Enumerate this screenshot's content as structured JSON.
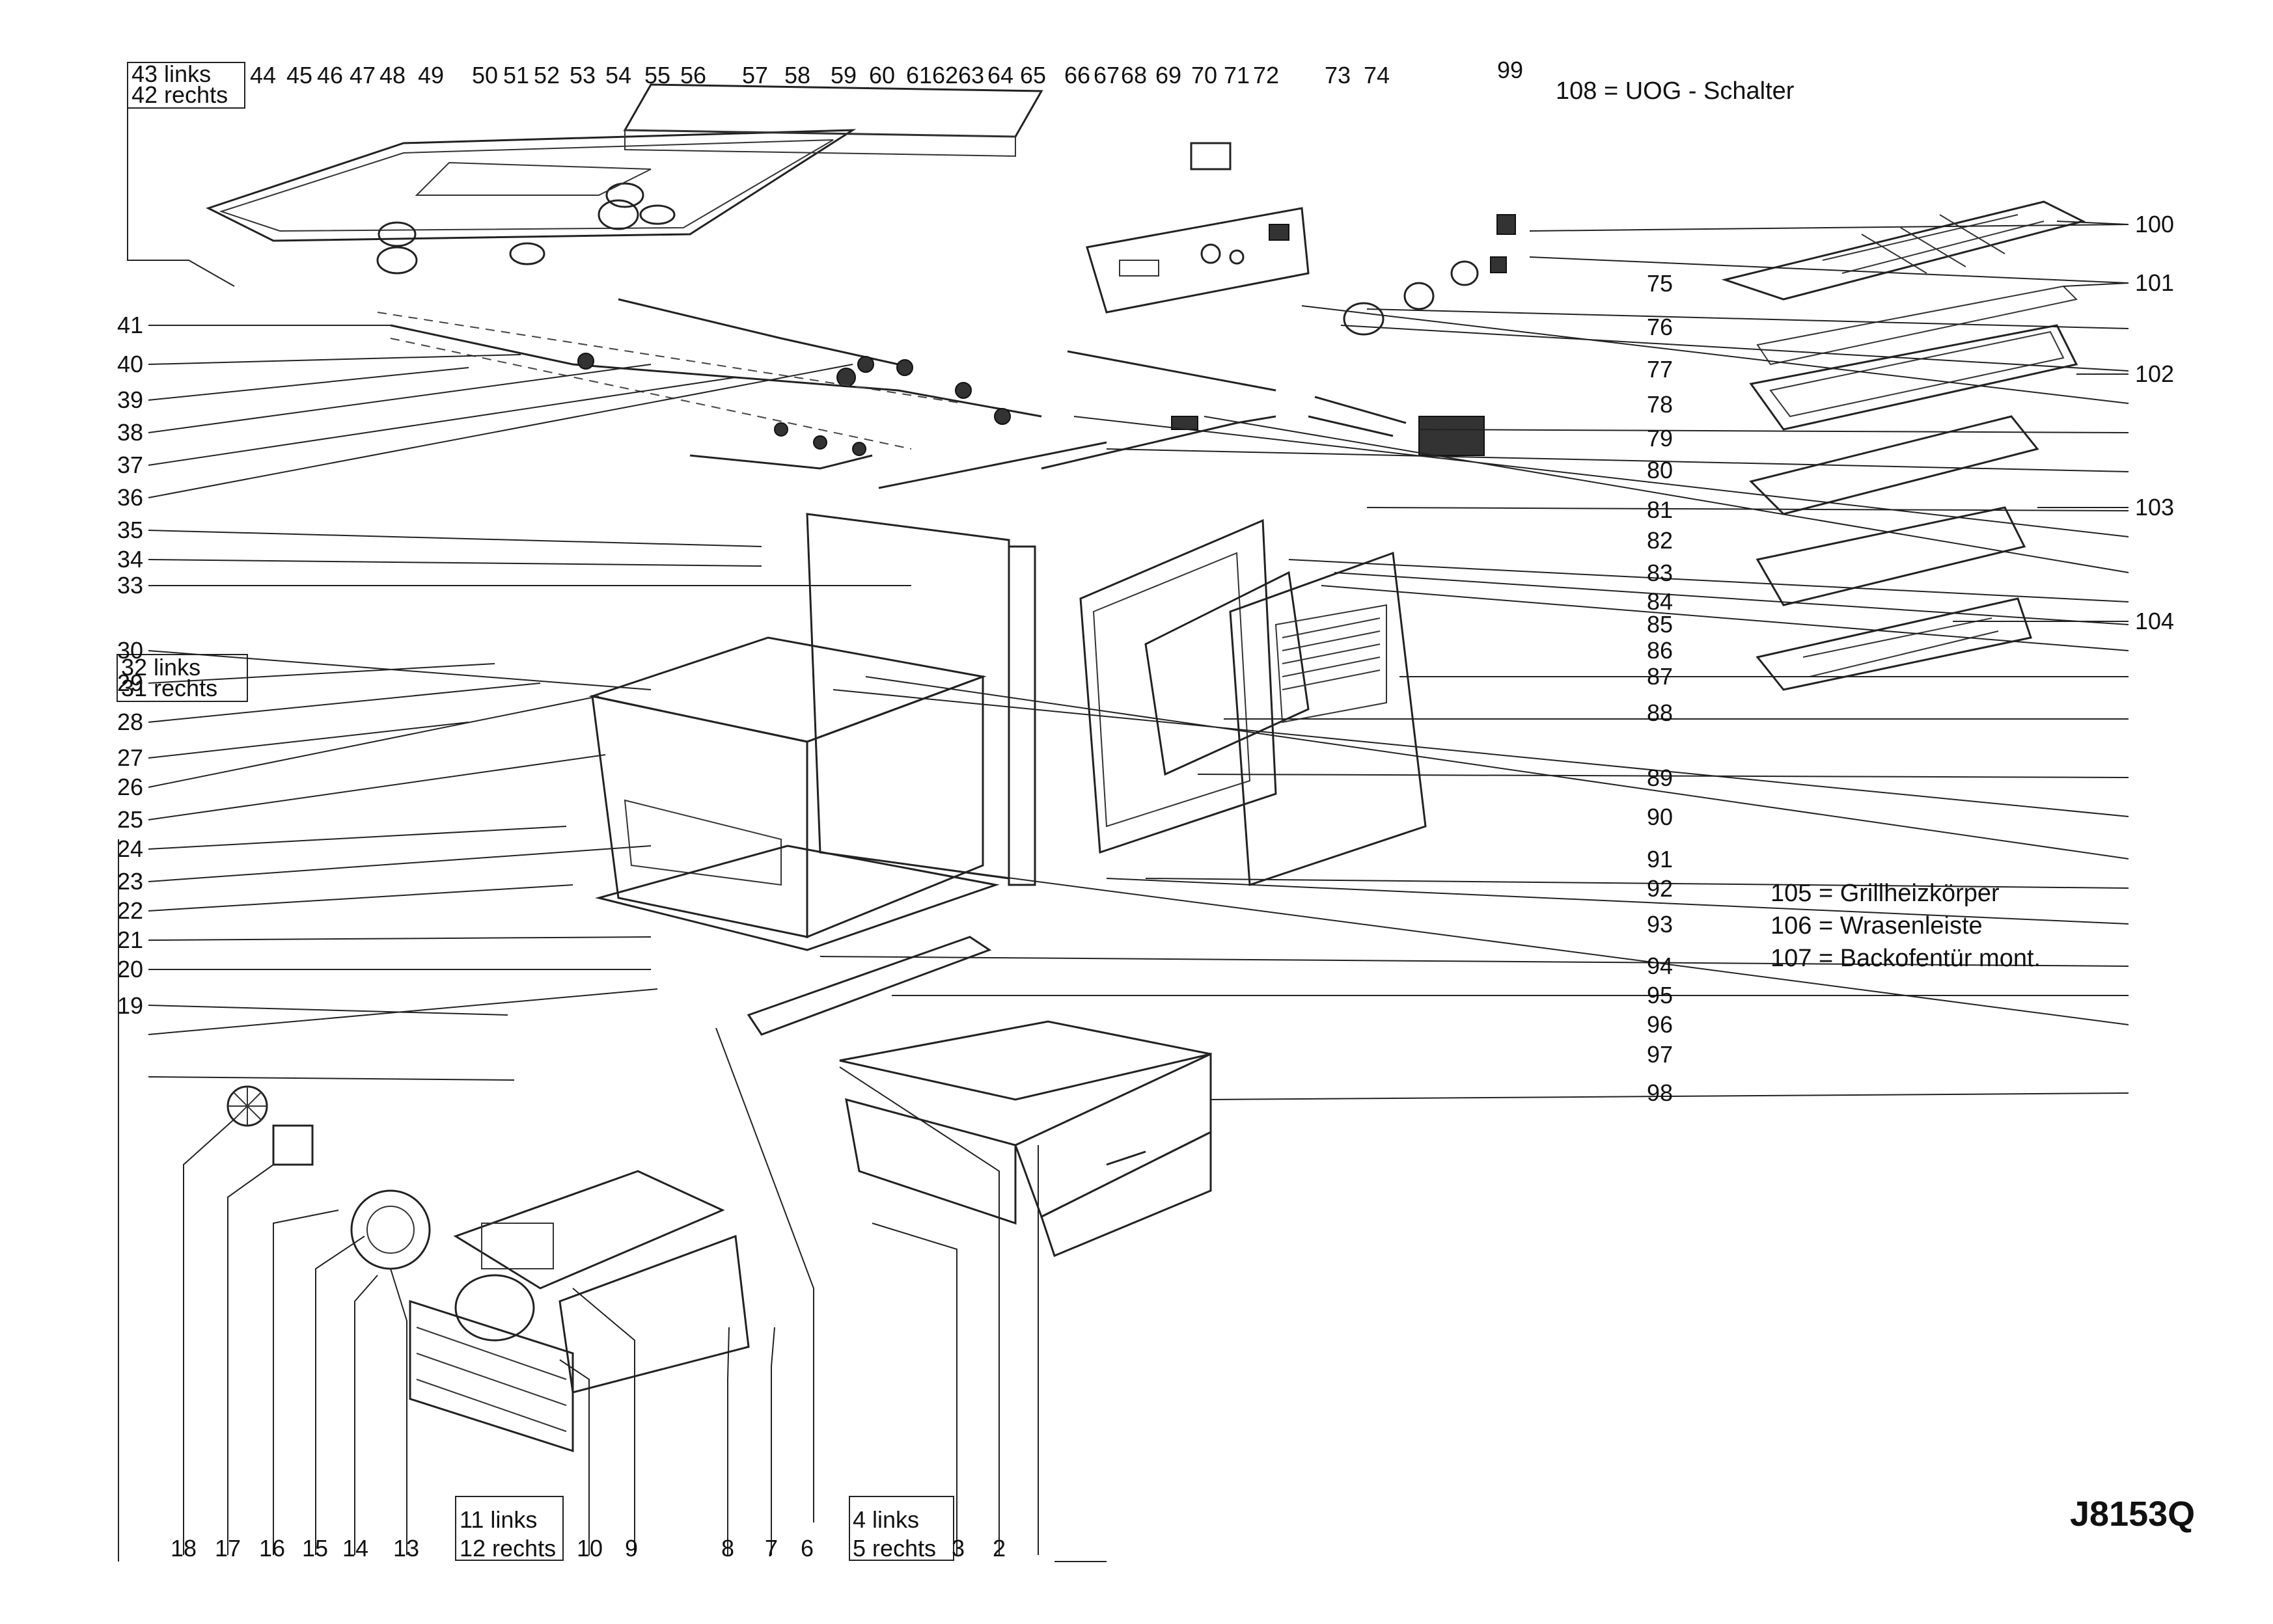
{
  "drawing_code": "J8153Q",
  "notes": {
    "n108": "108 = UOG - Schalter",
    "n105": "105 = Grillheizkörper",
    "n106": "106 = Wrasenleiste",
    "n107": "107 = Backofentür mont."
  },
  "boxed_labels": {
    "b43": "43 links",
    "b42": "42 rechts",
    "b32": "32 links",
    "b31": "31 rechts",
    "b11": "11 links",
    "b12": "12 rechts",
    "b4": "4 links",
    "b5": "5 rechts"
  },
  "top_numbers": [
    "44",
    "45",
    "46",
    "47",
    "48",
    "49",
    "50",
    "51",
    "52",
    "53",
    "54",
    "55",
    "56",
    "57",
    "58",
    "59",
    "60",
    "61",
    "62",
    "63",
    "64",
    "65",
    "66",
    "67",
    "68",
    "69",
    "70",
    "71",
    "72",
    "73",
    "74",
    "99"
  ],
  "left_numbers": [
    "41",
    "40",
    "39",
    "38",
    "37",
    "36",
    "35",
    "34",
    "33",
    "30",
    "29",
    "28",
    "27",
    "26",
    "25",
    "24",
    "23",
    "22",
    "21",
    "20",
    "19"
  ],
  "right_numbers": [
    "75",
    "76",
    "77",
    "78",
    "79",
    "80",
    "81",
    "82",
    "83",
    "84",
    "85",
    "86",
    "87",
    "88",
    "89",
    "90",
    "91",
    "92",
    "93",
    "94",
    "95",
    "96",
    "97",
    "98"
  ],
  "tray_numbers": [
    "100",
    "101",
    "102",
    "103",
    "104"
  ],
  "bottom_numbers": [
    "18",
    "17",
    "16",
    "15",
    "14",
    "13",
    "10",
    "9",
    "8",
    "7",
    "6",
    "3",
    "2"
  ]
}
